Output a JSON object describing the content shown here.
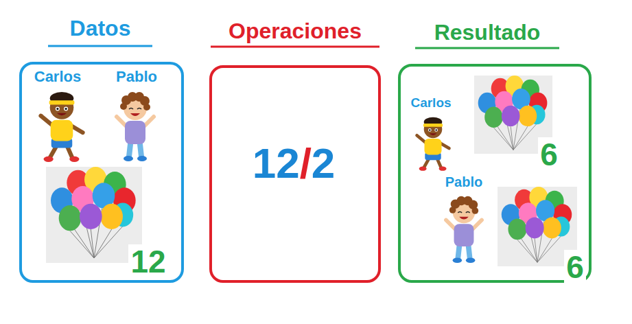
{
  "diagram": {
    "nodes": [
      {
        "text": [
          "Datos",
          "Carlos",
          "Pablo",
          "12"
        ]
      },
      {
        "text": [
          "Operaciones",
          "12/2"
        ]
      },
      {
        "text": [
          "Resultado",
          "Carlos",
          "6",
          "Pablo",
          "6"
        ]
      }
    ]
  }
}
